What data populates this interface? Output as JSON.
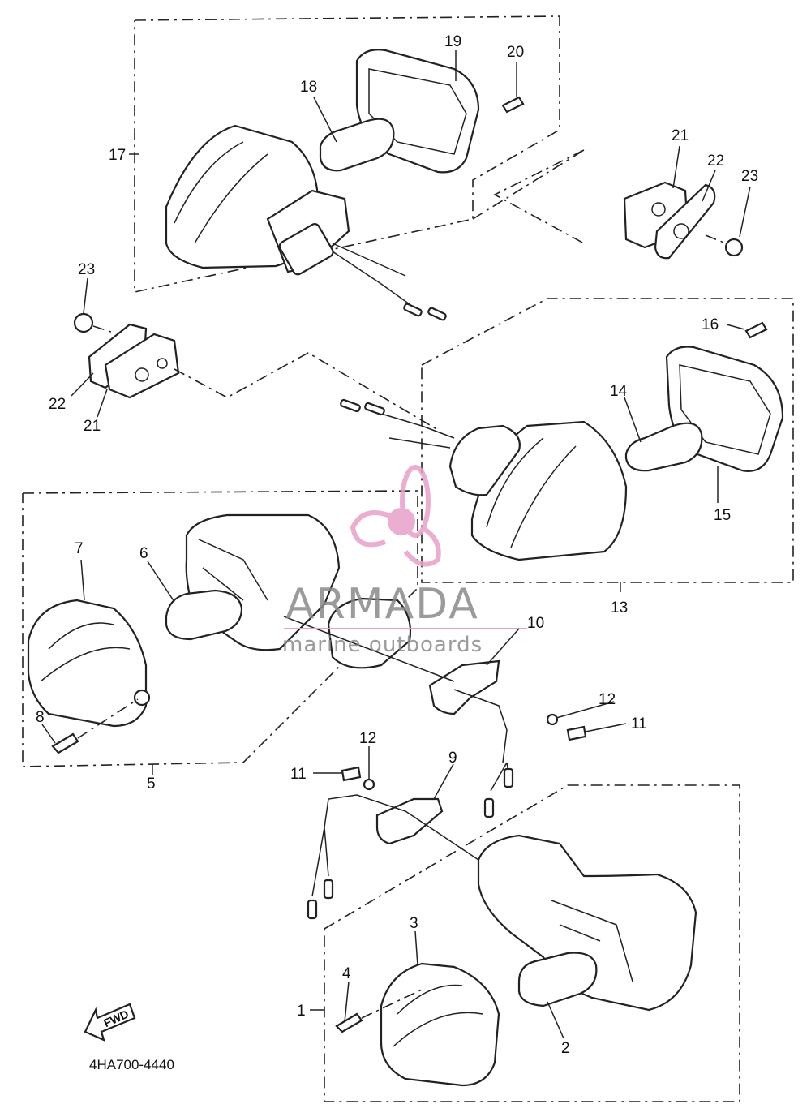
{
  "diagram_code": "4HA700-4440",
  "fwd_label": "FWD",
  "watermark": {
    "title": "ARMADA",
    "subtitle": "marine outboards",
    "accent_color": "#e8a0c8",
    "text_color": "#8a8a8a"
  },
  "callouts": [
    {
      "id": "c1",
      "number": "1"
    },
    {
      "id": "c2",
      "number": "2"
    },
    {
      "id": "c3",
      "number": "3"
    },
    {
      "id": "c4",
      "number": "4"
    },
    {
      "id": "c5",
      "number": "5"
    },
    {
      "id": "c6",
      "number": "6"
    },
    {
      "id": "c7",
      "number": "7"
    },
    {
      "id": "c8",
      "number": "8"
    },
    {
      "id": "c9",
      "number": "9"
    },
    {
      "id": "c10",
      "number": "10"
    },
    {
      "id": "c11a",
      "number": "11"
    },
    {
      "id": "c11b",
      "number": "11"
    },
    {
      "id": "c12a",
      "number": "12"
    },
    {
      "id": "c12b",
      "number": "12"
    },
    {
      "id": "c13",
      "number": "13"
    },
    {
      "id": "c14",
      "number": "14"
    },
    {
      "id": "c15",
      "number": "15"
    },
    {
      "id": "c16",
      "number": "16"
    },
    {
      "id": "c17",
      "number": "17"
    },
    {
      "id": "c18",
      "number": "18"
    },
    {
      "id": "c19",
      "number": "19"
    },
    {
      "id": "c20",
      "number": "20"
    },
    {
      "id": "c21a",
      "number": "21"
    },
    {
      "id": "c21b",
      "number": "21"
    },
    {
      "id": "c22a",
      "number": "22"
    },
    {
      "id": "c22b",
      "number": "22"
    },
    {
      "id": "c23a",
      "number": "23"
    },
    {
      "id": "c23b",
      "number": "23"
    }
  ]
}
